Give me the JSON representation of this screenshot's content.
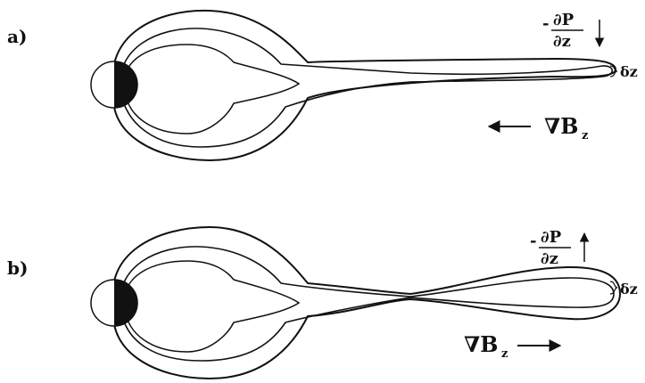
{
  "panels": [
    {
      "label": "a)",
      "pressure_gradient": {
        "sign": "-",
        "numerator": "∂P",
        "denominator": "∂z",
        "arrow": "↓"
      },
      "thickness": "δz",
      "field_gradient": {
        "symbol": "∇B",
        "subscript": "z",
        "direction": "left"
      }
    },
    {
      "label": "b)",
      "pressure_gradient": {
        "sign": "-",
        "numerator": "∂P",
        "denominator": "∂z",
        "arrow": "↑"
      },
      "thickness": "δz",
      "field_gradient": {
        "symbol": "∇B",
        "subscript": "z",
        "direction": "right"
      }
    }
  ],
  "colors": {
    "line": "#111111",
    "planet_night": "#111111",
    "background": "#ffffff"
  }
}
